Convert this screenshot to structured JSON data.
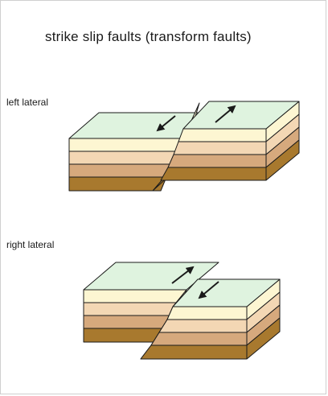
{
  "title": "strike slip faults (transform faults)",
  "labels": {
    "left_lateral": "left lateral",
    "right_lateral": "right lateral"
  },
  "colors": {
    "top_surface": "#dff3df",
    "layer_cream": "#fdf6d2",
    "layer_peach": "#f3d7b4",
    "layer_tan": "#d6a97d",
    "layer_brown": "#a8792e",
    "outline": "#1a1a1a"
  }
}
